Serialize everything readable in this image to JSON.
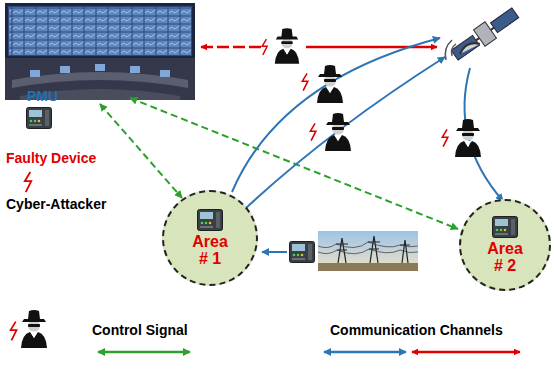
{
  "diagram": {
    "nodes": [
      {
        "text": [
          "Area # 1"
        ]
      },
      {
        "text": [
          "Area # 2"
        ]
      }
    ],
    "legend": [
      {
        "text": "PMU"
      },
      {
        "text": "Faulty Device"
      },
      {
        "text": "Cyber-Attacker"
      },
      {
        "text": "Control Signal"
      },
      {
        "text": "Communication Channels"
      }
    ]
  }
}
